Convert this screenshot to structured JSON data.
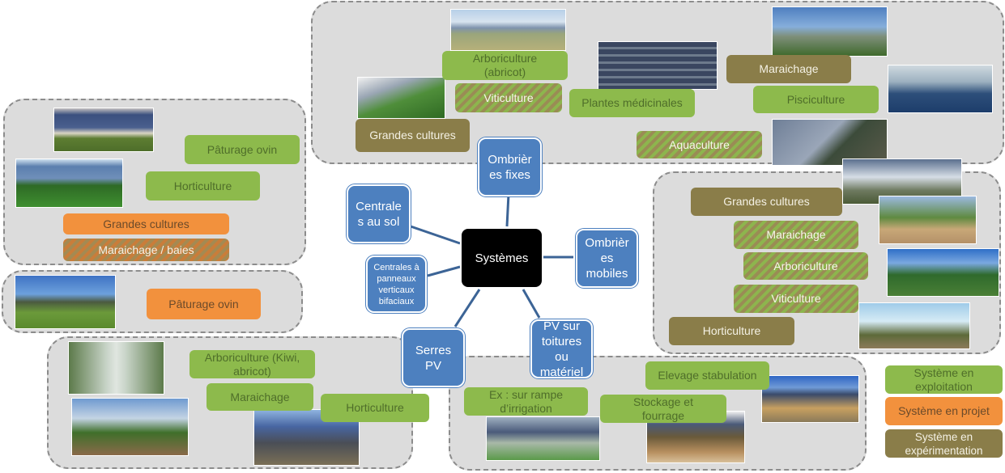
{
  "diagram": {
    "center": "Systèmes",
    "nodes": {
      "fixes": "Ombrièr es fixes",
      "sol": "Centrale s au sol",
      "mobiles": "Ombrièr es mobiles",
      "verticaux": "Centrales à panneaux verticaux bifaciaux",
      "serres": "Serres PV",
      "toitures": "PV sur toitures ou matériel"
    },
    "groups": {
      "fixes": {
        "arboriculture": "Arboriculture (abricot)",
        "viticulture": "Viticulture",
        "grandes_cultures": "Grandes cultures",
        "plantes": "Plantes médicinales",
        "maraichage": "Maraichage",
        "pisciculture": "Pisciculture",
        "aquaculture": "Aquaculture"
      },
      "sol": {
        "paturage": "Pâturage ovin",
        "horticulture": "Horticulture",
        "grandes_cultures": "Grandes cultures",
        "maraichage": "Maraichage / baies"
      },
      "verticaux": {
        "paturage": "Pâturage ovin"
      },
      "mobiles": {
        "grandes_cultures": "Grandes cultures",
        "maraichage": "Maraichage",
        "arboriculture": "Arboriculture",
        "viticulture": "Viticulture",
        "horticulture": "Horticulture"
      },
      "serres": {
        "arboriculture": "Arboriculture (Kiwi, abricot)",
        "maraichage": "Maraichage",
        "horticulture": "Horticulture"
      },
      "toitures": {
        "rampe": "Ex : sur rampe d’irrigation",
        "elevage": "Elevage stabulation",
        "stockage": "Stockage et fourrage"
      }
    },
    "legend": {
      "exploitation": "Système en exploitation",
      "projet": "Système en projet",
      "experimentation": "Système en expérimentation"
    },
    "colors": {
      "exploitation": "#8dba4c",
      "projet": "#f2913d",
      "experimentation": "#8a7d49",
      "node": "#4d80bf",
      "center": "#000000"
    }
  }
}
